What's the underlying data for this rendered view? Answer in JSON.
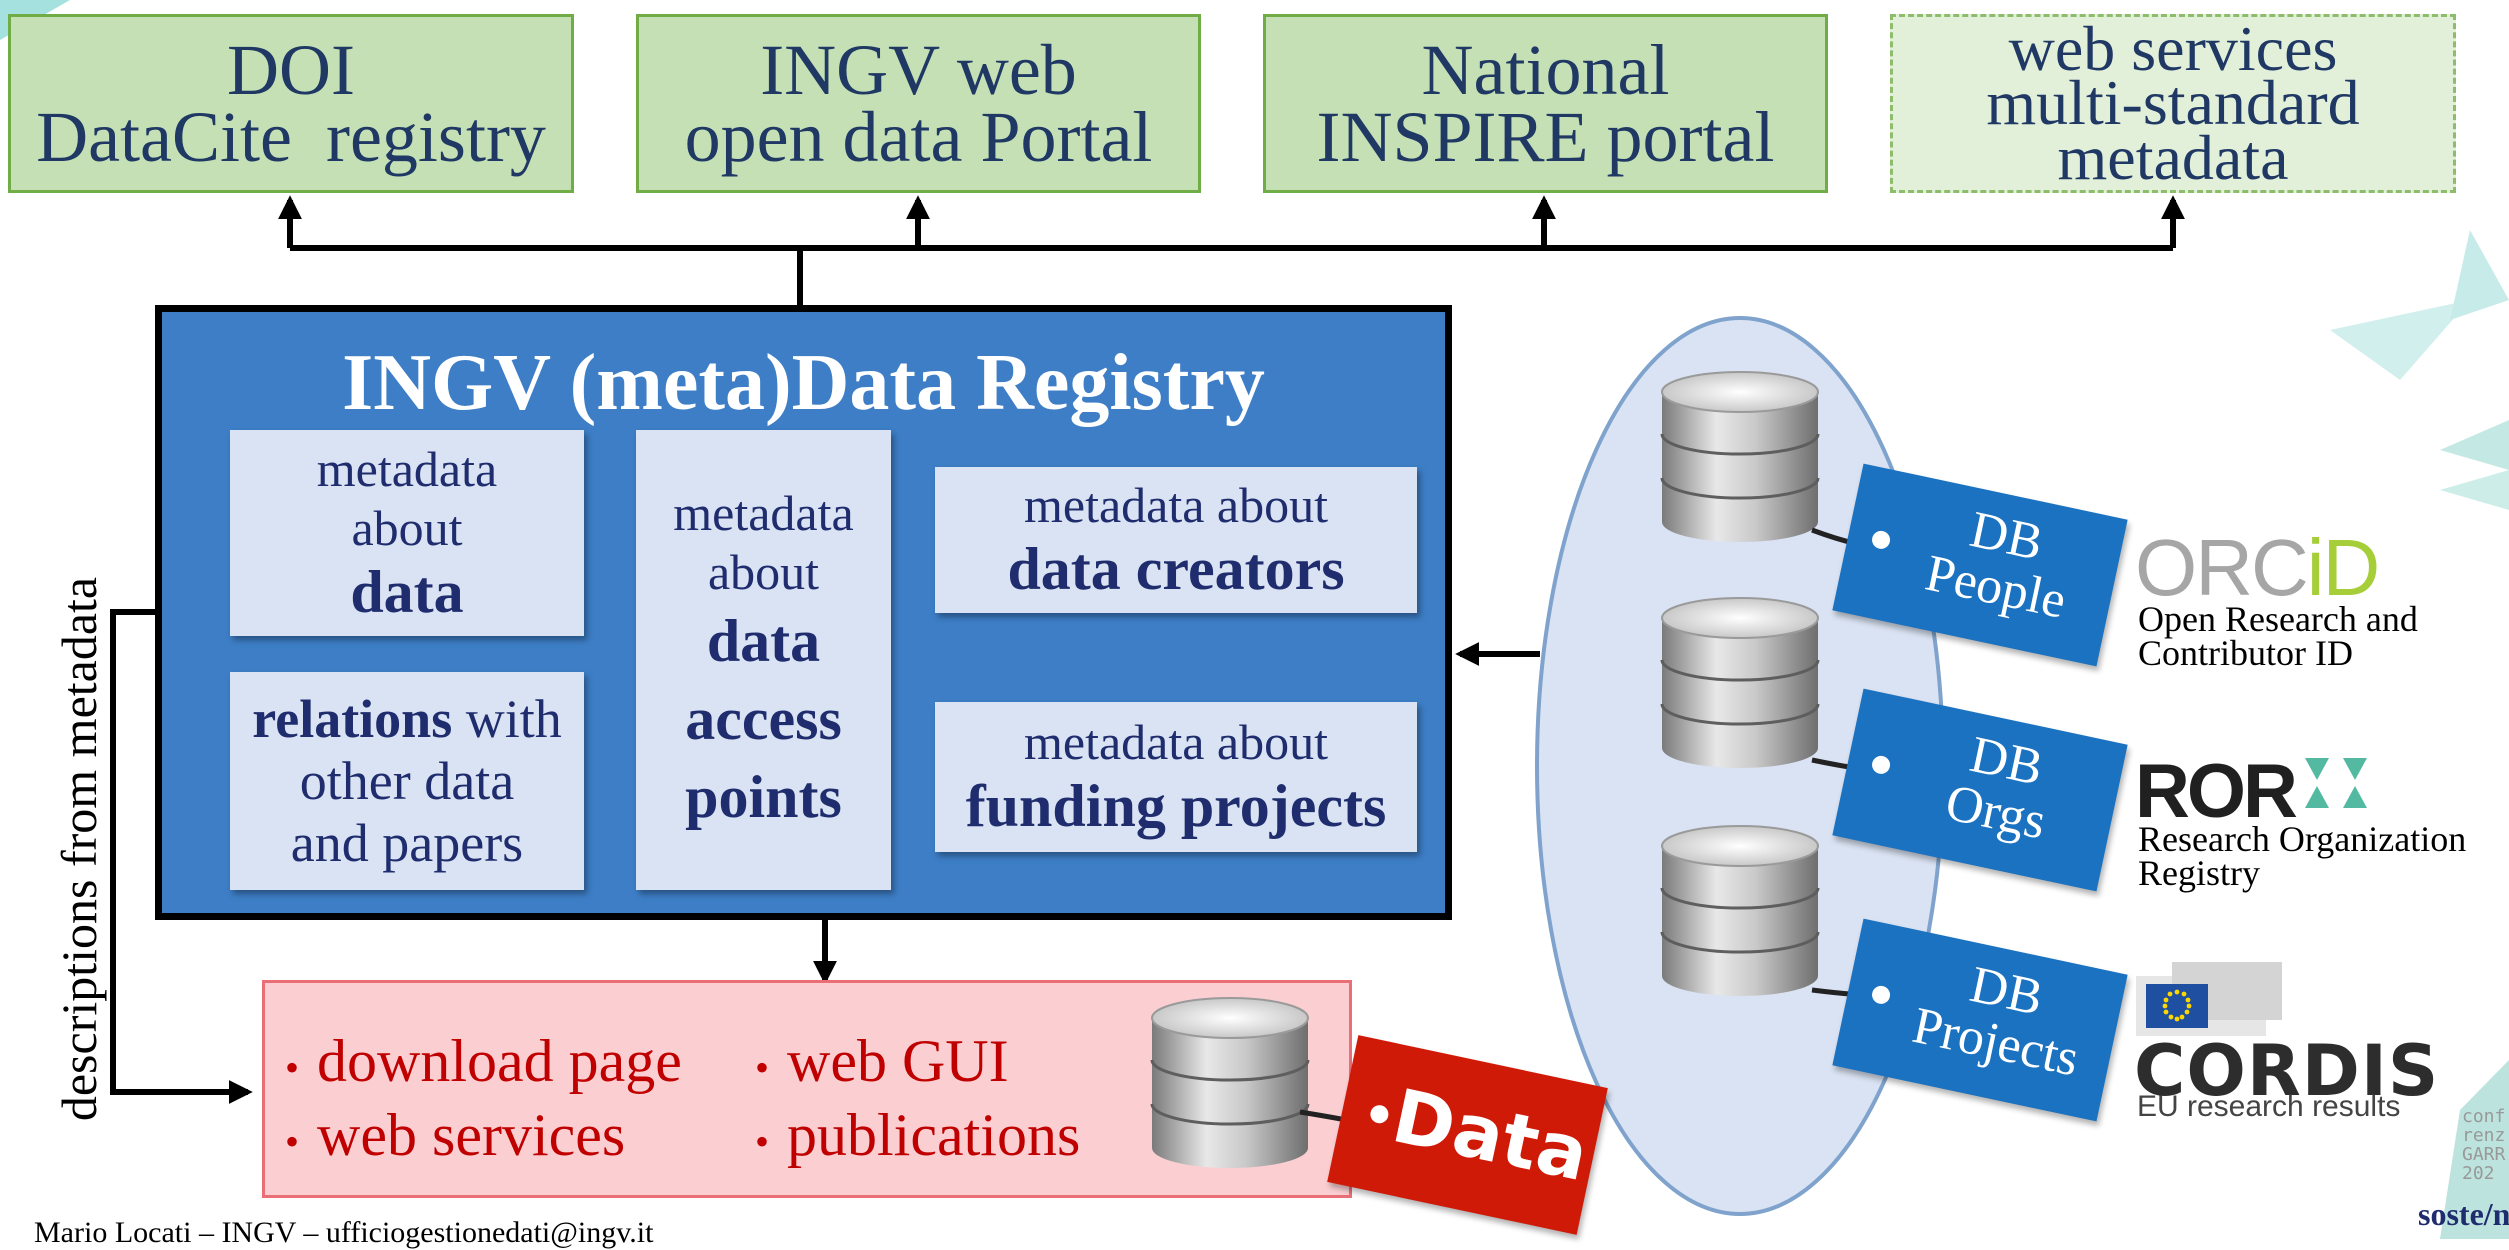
{
  "top_boxes": {
    "doi": {
      "line1": "DOI",
      "line2": "DataCite registry"
    },
    "portal": {
      "line1": "INGV web",
      "line2": "open data Portal"
    },
    "inspire": {
      "line1": "National",
      "line2": "INSPIRE portal"
    },
    "webservices": {
      "line1": "web services",
      "line2": "multi-standard",
      "line3": "metadata"
    }
  },
  "registry": {
    "title": "INGV (meta)Data Registry",
    "data_box": {
      "line1": "metadata",
      "line2": "about",
      "bold": "data"
    },
    "relations_box": {
      "bold": "relations",
      "rest": " with",
      "line2": "other data",
      "line3": "and papers"
    },
    "access_box": {
      "line1": "metadata",
      "line2": "about",
      "bold1": "data",
      "bold2": "access",
      "bold3": "points"
    },
    "creators_box": {
      "line1": "metadata about",
      "bold": "data creators"
    },
    "funding_box": {
      "line1": "metadata about",
      "bold": "funding projects"
    }
  },
  "side_label": "descriptions from metadata",
  "outputs": {
    "bullet_char": "•",
    "items": [
      "download page",
      "web GUI",
      "web services",
      "publications"
    ],
    "tag": "Data"
  },
  "databases": [
    {
      "line1": "DB",
      "line2": "People"
    },
    {
      "line1": "DB",
      "line2": "Orgs"
    },
    {
      "line1": "DB",
      "line2": "Projects"
    }
  ],
  "logos": {
    "orcid": {
      "name_a": "ORC",
      "name_b": "iD",
      "line1": "Open Research and",
      "line2": "Contributor ID"
    },
    "ror": {
      "name": "ROR",
      "line1": "Research Organization",
      "line2": "Registry"
    },
    "cordis": {
      "name": "CORDIS",
      "sub": "EU research results"
    }
  },
  "footer": "Mario Locati – INGV – ufficiogestionedati@ingv.it",
  "corner": {
    "line1": "conf",
    "line2": "renz",
    "line3": "GARR",
    "line4": "202",
    "sub_a": "soste",
    "sub_b": "nibile"
  },
  "colors": {
    "green_fill": "#c5e0b4",
    "green_border": "#70ad47",
    "registry_blue": "#3d7ec6",
    "inner_fill": "#dae3f3",
    "output_pink": "#fbcfd2",
    "output_red": "#c00000",
    "tag_blue": "#1b72c0",
    "data_tag_red": "#d01a08",
    "ellipse": "#dae3f3"
  }
}
